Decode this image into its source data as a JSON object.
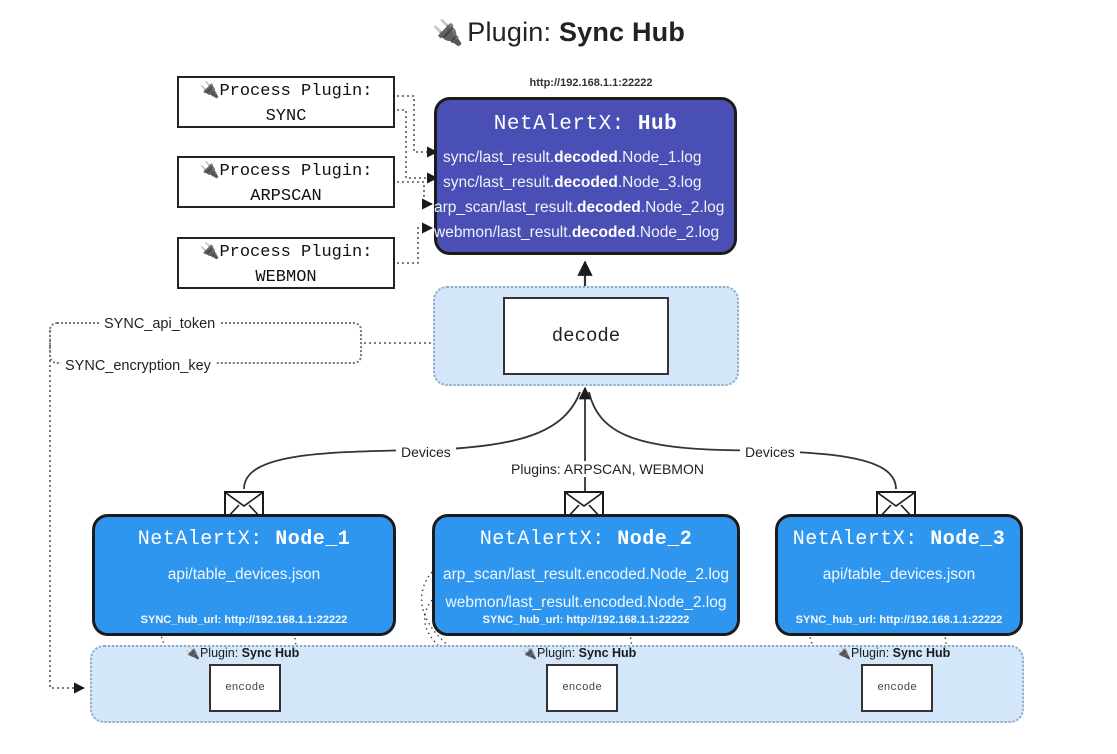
{
  "title": {
    "icon": "plug-icon",
    "prefix": "Plugin:",
    "name": "Sync Hub"
  },
  "process_plugins": [
    {
      "icon": "plug-icon",
      "line1": "Process Plugin:",
      "line2": "SYNC"
    },
    {
      "icon": "plug-icon",
      "line1": "Process Plugin:",
      "line2": "ARPSCAN"
    },
    {
      "icon": "plug-icon",
      "line1": "Process Plugin:",
      "line2": "WEBMON"
    }
  ],
  "hub": {
    "url": "http://192.168.1.1:22222",
    "title_prefix": "NetAlertX:",
    "title_name": "Hub",
    "lines": [
      {
        "pre": "sync/last_result.",
        "bold": "decoded",
        "post": ".Node_1.log"
      },
      {
        "pre": "sync/last_result.",
        "bold": "decoded",
        "post": ".Node_3.log"
      },
      {
        "pre": "arp_scan/last_result.",
        "bold": "decoded",
        "post": ".Node_2.log"
      },
      {
        "pre": "webmon/last_result.",
        "bold": "decoded",
        "post": ".Node_2.log"
      }
    ]
  },
  "decode": {
    "label": "decode"
  },
  "tokens": {
    "api_token": "SYNC_api_token",
    "encryption_key": "SYNC_encryption_key"
  },
  "edge_labels": {
    "devices_left": "Devices",
    "devices_right": "Devices",
    "plugins_middle": "Plugins: ARPSCAN, WEBMON"
  },
  "nodes": [
    {
      "title_prefix": "NetAlertX:",
      "title_name": "Node_1",
      "lines": [
        "api/table_devices.json"
      ],
      "hub_url": "SYNC_hub_url: http://192.168.1.1:22222",
      "envelope": "envelope-icon"
    },
    {
      "title_prefix": "NetAlertX:",
      "title_name": "Node_2",
      "lines": [
        "arp_scan/last_result.encoded.Node_2.log",
        "webmon/last_result.encoded.Node_2.log"
      ],
      "hub_url": "SYNC_hub_url: http://192.168.1.1:22222",
      "envelope": "envelope-icon"
    },
    {
      "title_prefix": "NetAlertX:",
      "title_name": "Node_3",
      "lines": [
        "api/table_devices.json"
      ],
      "hub_url": "SYNC_hub_url: http://192.168.1.1:22222",
      "envelope": "envelope-icon"
    }
  ],
  "encoders": [
    {
      "icon": "plug-icon",
      "label_prefix": "Plugin:",
      "label_name": "Sync Hub",
      "box": "encode"
    },
    {
      "icon": "plug-icon",
      "label_prefix": "Plugin:",
      "label_name": "Sync Hub",
      "box": "encode"
    },
    {
      "icon": "plug-icon",
      "label_prefix": "Plugin:",
      "label_name": "Sync Hub",
      "box": "encode"
    }
  ],
  "colors": {
    "hub": "#4a4fb5",
    "node": "#2f96ef",
    "container": "#d4e7fa",
    "outline": "#1b1b1b"
  }
}
